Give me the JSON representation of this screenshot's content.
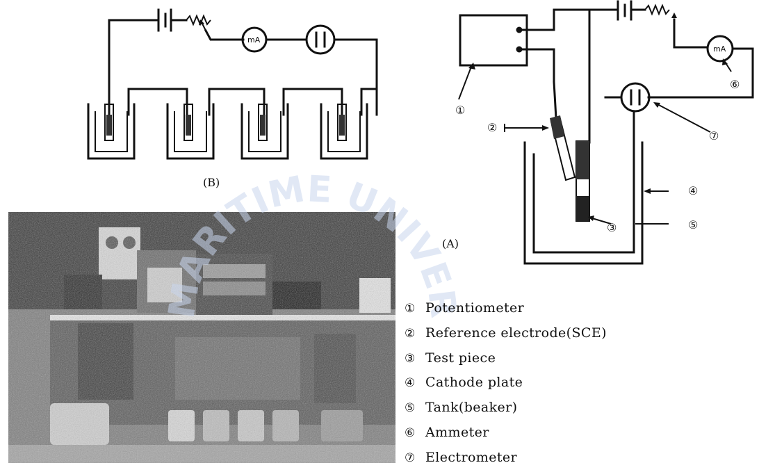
{
  "diagram": {
    "label_a": "(A)",
    "label_b": "(B)",
    "meter_label_b": "mA",
    "meter_label_a": "mA",
    "callouts": [
      "①",
      "②",
      "③",
      "④",
      "⑤",
      "⑥",
      "⑦"
    ]
  },
  "legend": {
    "items": [
      {
        "num": "①",
        "text": "Potentiometer"
      },
      {
        "num": "②",
        "text": "Reference electrode(SCE)"
      },
      {
        "num": "③",
        "text": "Test piece"
      },
      {
        "num": "④",
        "text": "Cathode plate"
      },
      {
        "num": "⑤",
        "text": "Tank(beaker)"
      },
      {
        "num": "⑥",
        "text": "Ammeter"
      },
      {
        "num": "⑦",
        "text": "Electrometer"
      }
    ]
  },
  "watermark": {
    "text": "MARITIME UNIVERSITY"
  }
}
